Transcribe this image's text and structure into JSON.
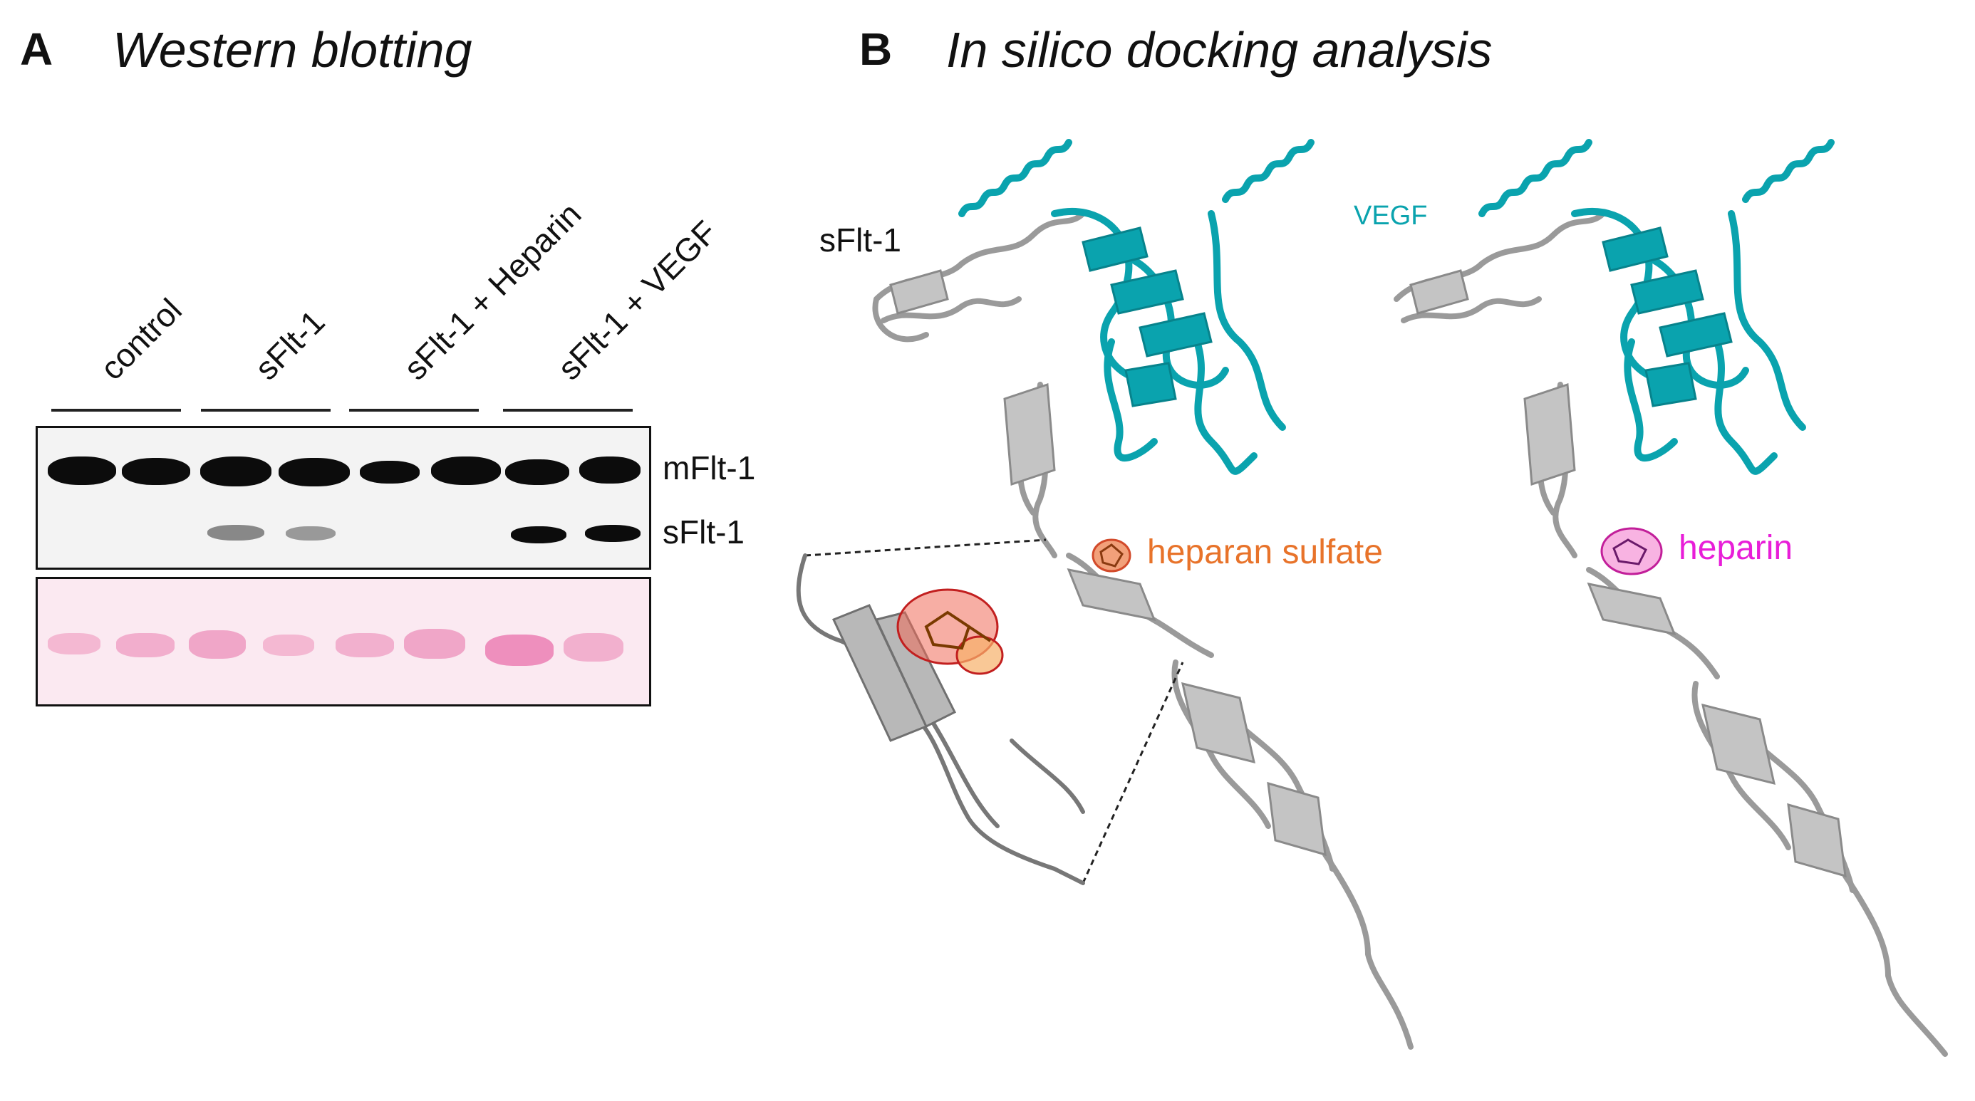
{
  "panel_a": {
    "letter": "A",
    "title": "Western blotting",
    "lanes": [
      "control",
      "sFlt-1",
      "sFlt-1 + Heparin",
      "sFlt-1 + VEGF"
    ],
    "band_labels": {
      "upper": "mFlt-1",
      "lower": "sFlt-1"
    }
  },
  "panel_b": {
    "letter": "B",
    "title": "In silico docking analysis",
    "labels": {
      "receptor": "sFlt-1",
      "ligand_protein": "VEGF",
      "ligand_left": "heparan sulfate",
      "ligand_right": "heparin"
    },
    "colors": {
      "vegf": "#0aa3ae",
      "heparan_sulfate_label": "#e8732a",
      "heparin_label": "#e81ed8",
      "receptor": "#9a9a9a"
    }
  }
}
